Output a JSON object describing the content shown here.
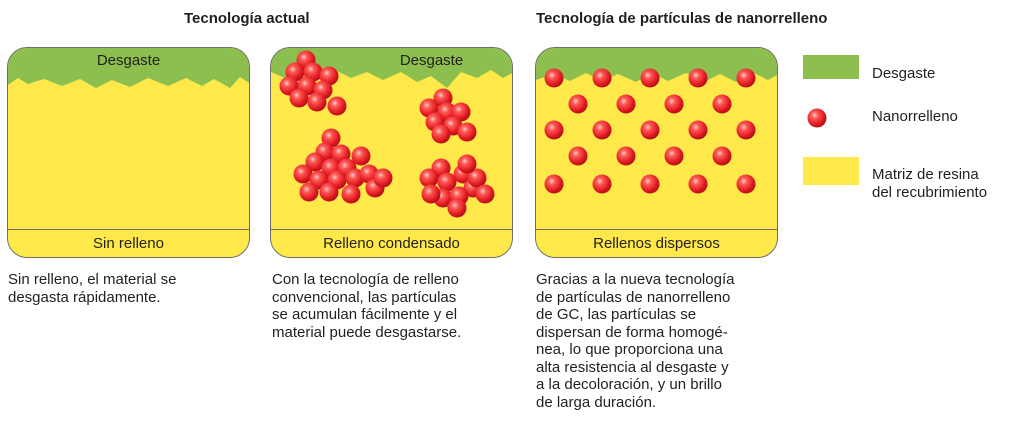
{
  "headings": {
    "current": "Tecnología actual",
    "nano": "Tecnología de partículas de nanorrelleno"
  },
  "panels": [
    {
      "wear_label": "Desgaste",
      "bottom_label": "Sin relleno"
    },
    {
      "wear_label": "Desgaste",
      "bottom_label": "Relleno condensado"
    },
    {
      "wear_label": "",
      "bottom_label": "Rellenos dispersos"
    }
  ],
  "captions": [
    [
      "Sin relleno, el material se",
      "desgasta rápidamente."
    ],
    [
      "Con la tecnología de relleno",
      "convencional, las partículas",
      "se acumulan fácilmente y el",
      "material puede desgastarse."
    ],
    [
      "Gracias a la nueva tecnología",
      "de partículas de nanorrelleno",
      "de GC, las partículas se",
      "dispersan de forma homogé-",
      "nea, lo que proporciona una",
      "alta resistencia al desgaste y",
      "a la decoloración, y un brillo",
      "de larga duración."
    ]
  ],
  "legend": {
    "wear": "Desgaste",
    "nanofiller": "Nanorrelleno",
    "matrix": [
      "Matriz de resina",
      "del recubrimiento"
    ]
  },
  "colors": {
    "wear": "#8dbf4f",
    "matrix": "#ffe94a",
    "particle": "#e8232b",
    "border": "#6d6e71"
  }
}
